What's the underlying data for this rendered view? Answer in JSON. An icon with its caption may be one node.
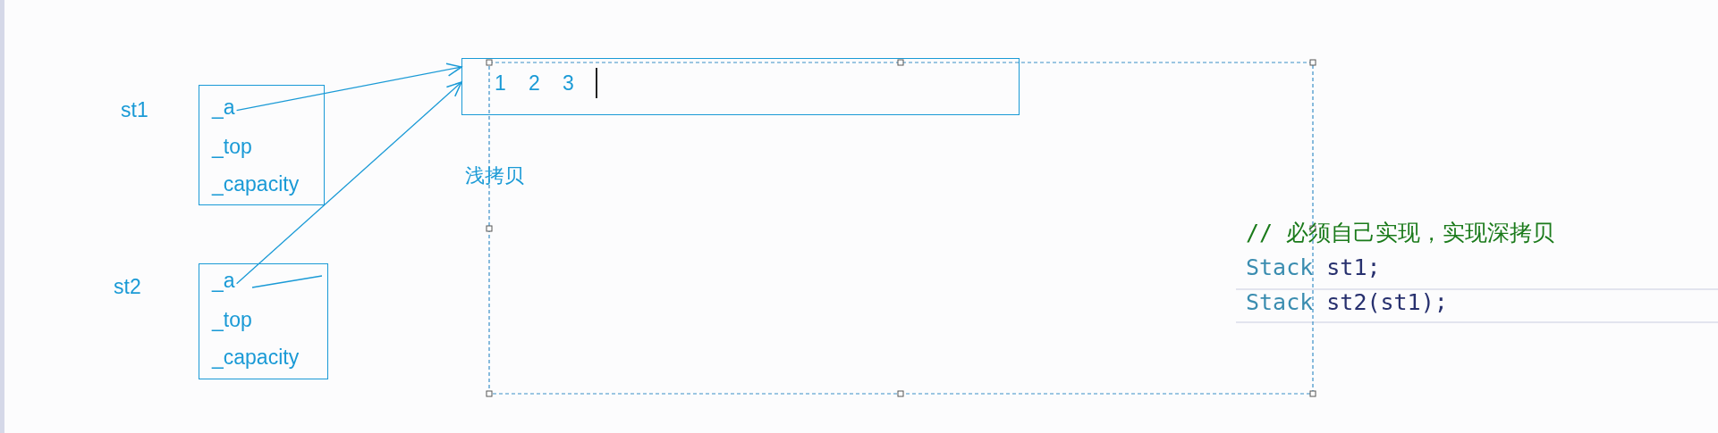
{
  "diagram": {
    "nodes": [
      {
        "text": [],
        "shape": "box",
        "beside": [
          "st1"
        ]
      },
      {
        "text": [
          "_a"
        ],
        "in": 0
      },
      {
        "text": [
          "_top"
        ],
        "in": 0
      },
      {
        "text": [
          "_capacity"
        ],
        "in": 0
      },
      {
        "text": [],
        "shape": "box",
        "beside": [
          "st2"
        ]
      },
      {
        "text": [
          "_a"
        ],
        "in": 4
      },
      {
        "text": [
          "_top"
        ],
        "in": 4
      },
      {
        "text": [
          "_capacity"
        ],
        "in": 4
      },
      {
        "text": [
          "1",
          "2",
          "3"
        ]
      }
    ],
    "edges": [
      {
        "from": 1,
        "to": 8,
        "arrow": "to"
      },
      {
        "from": 5,
        "to": 8,
        "arrow": "to"
      }
    ],
    "labels": [
      "浅拷贝",
      "// 必须自己实现，实现深拷贝",
      "Stack st1;",
      "Stack st2(st1);"
    ]
  }
}
